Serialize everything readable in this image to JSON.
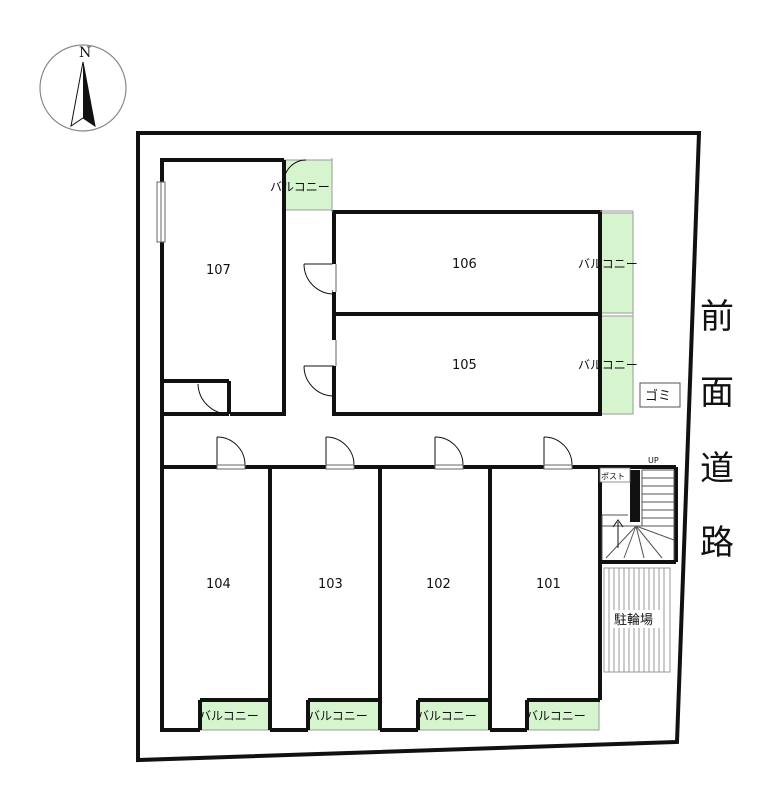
{
  "compass": {
    "label": "N"
  },
  "road": {
    "chars": [
      "前",
      "面",
      "道",
      "路"
    ]
  },
  "rooms": {
    "r107": "107",
    "r106": "106",
    "r105": "105",
    "r104": "104",
    "r103": "103",
    "r102": "102",
    "r101": "101"
  },
  "balcony_label": "バルコニー",
  "gomi_label": "ゴミ",
  "post_label": "ポスト",
  "up_label": "UP",
  "bike_parking_label": "駐輪場",
  "colors": {
    "balcony_fill": "#d6f5cf",
    "wall": "#111111",
    "balcony_edge": "#9a9a9a"
  }
}
